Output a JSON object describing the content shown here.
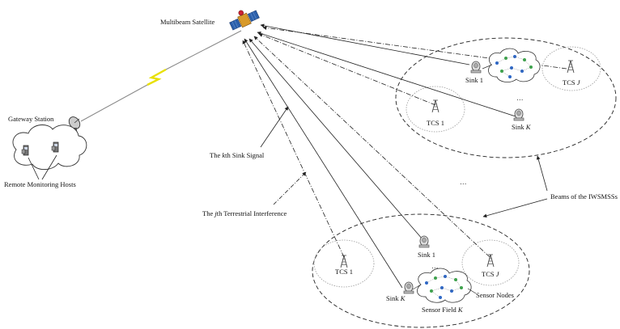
{
  "labels": {
    "satellite": "Multibeam Satellite",
    "gateway": "Gateway Station",
    "remote_hosts": "Remote Monitoring Hosts",
    "kth_signal_pre": "The ",
    "kth_signal_var": "k",
    "kth_signal_post": "th Sink Signal",
    "jth_interf_pre": "The ",
    "jth_interf_var": "j",
    "jth_interf_post": "th Terrestrial Interference",
    "beams": "Beams of the IWSMSSs",
    "sensor_nodes": "Sensor Nodes",
    "ellipsis": "…",
    "upper_beam": {
      "sink1": "Sink 1",
      "sinkK_pre": "Sink ",
      "sinkK_var": "K",
      "tcs1": "TCS 1",
      "tcsJ_pre": "TCS ",
      "tcsJ_var": "J"
    },
    "lower_beam": {
      "sink1": "Sink  1",
      "sinkK_pre": "Sink ",
      "sinkK_var": "K",
      "tcs1": "TCS 1",
      "tcsJ_pre": "TCS ",
      "tcsJ_var": "J",
      "field_pre": "Sensor Field ",
      "field_var": "K"
    }
  },
  "colors": {
    "line": "#222222",
    "lightning": "#e8e000",
    "satellite_panel": "#2b5faa",
    "satellite_body": "#d89a2a",
    "tcs_circle": "#9a9a9a",
    "node_blue": "#2a66c8",
    "node_green": "#3aa54a"
  },
  "icons": [
    "satellite-icon",
    "dish-antenna-icon",
    "computer-icon",
    "tower-icon",
    "sink-device-icon",
    "sensor-node-icon",
    "cloud-icon"
  ]
}
